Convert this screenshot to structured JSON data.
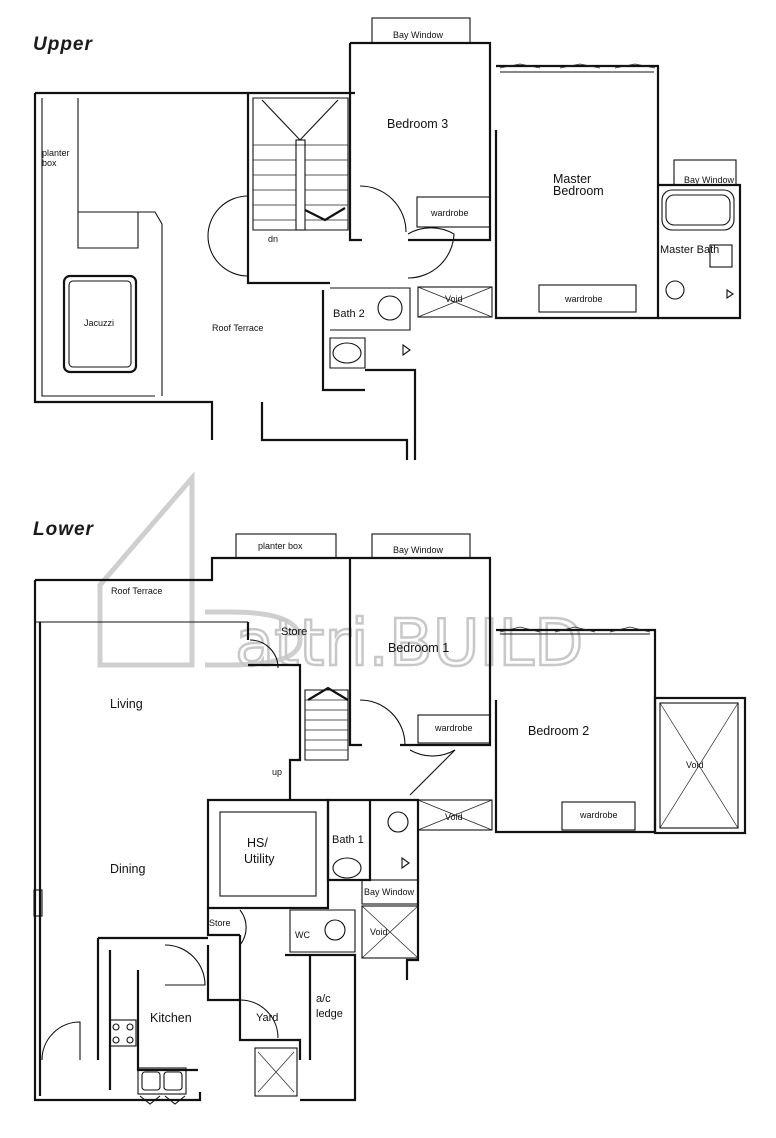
{
  "upper": {
    "heading": "Upper",
    "rooms": {
      "bay_window_1": "Bay Window",
      "bedroom3": "Bedroom 3",
      "master_line1": "Master",
      "master_line2": "Bedroom",
      "bay_window_2": "Bay Window",
      "planter_line1": "planter",
      "planter_line2": "box",
      "wardrobe_1": "wardrobe",
      "master_bath": "Master Bath",
      "dn": "dn",
      "jacuzzi": "Jacuzzi",
      "roof_terrace": "Roof Terrace",
      "bath2": "Bath 2",
      "void": "Void",
      "wardrobe_2": "wardrobe"
    }
  },
  "lower": {
    "heading": "Lower",
    "rooms": {
      "planter_box": "planter box",
      "bay_window_1": "Bay Window",
      "roof_terrace": "Roof Terrace",
      "store_1": "Store",
      "bedroom1": "Bedroom 1",
      "living": "Living",
      "bedroom2": "Bedroom 2",
      "wardrobe_1": "wardrobe",
      "void_1": "Void",
      "up": "up",
      "hs_line1": "HS/",
      "hs_line2": "Utility",
      "bath1": "Bath 1",
      "void_2": "Void",
      "wardrobe_2": "wardrobe",
      "dining": "Dining",
      "bay_window_2": "Bay Window",
      "store_2": "Store",
      "wc": "WC",
      "void_3": "Void",
      "kitchen": "Kitchen",
      "yard": "Yard",
      "ac_line1": "a/c",
      "ac_line2": "ledge"
    }
  },
  "watermark": {
    "text": "attri.BUILD"
  }
}
